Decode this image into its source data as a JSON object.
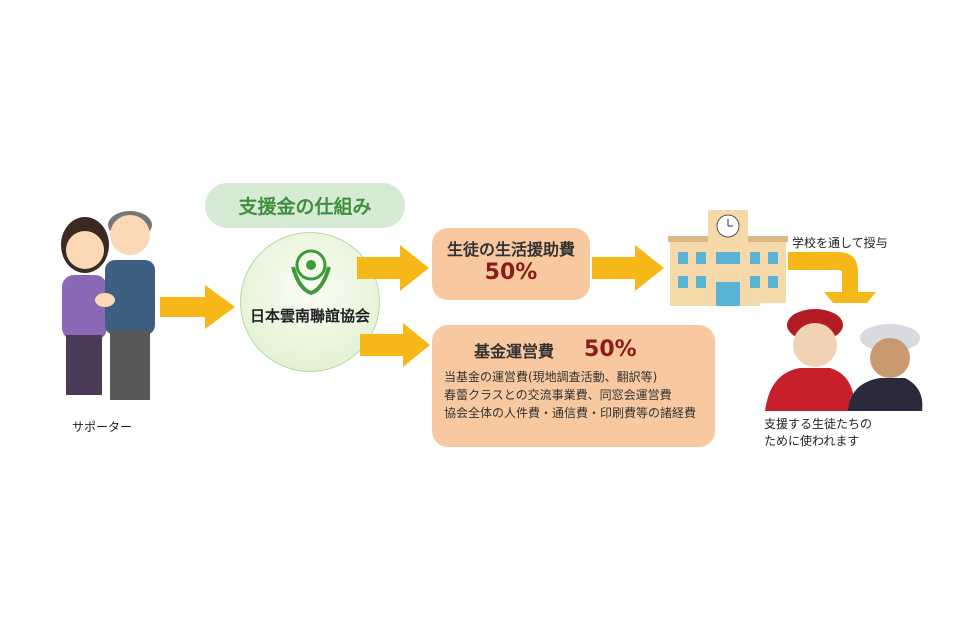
{
  "title": "支援金の仕組み",
  "supporter_label": "サポーター",
  "organization": "日本雲南聯誼協会",
  "living_support": {
    "label": "生徒の生活援助費",
    "percent": "50%"
  },
  "fund_operation": {
    "label": "基金運営費",
    "percent": "50%",
    "lines": [
      "当基金の運営費(現地調査活動、翻訳等)",
      "春蕾クラスとの交流事業費、同窓会運営費",
      "協会全体の人件費・通信費・印刷費等の諸経費"
    ]
  },
  "school_label": "学校を通して授与",
  "students_caption": [
    "支援する生徒たちの",
    "ために使われます"
  ],
  "colors": {
    "arrow": "#f5b818",
    "box": "#f8c9a0",
    "pill": "#d5ebd3",
    "percent": "#8b1a1a"
  }
}
